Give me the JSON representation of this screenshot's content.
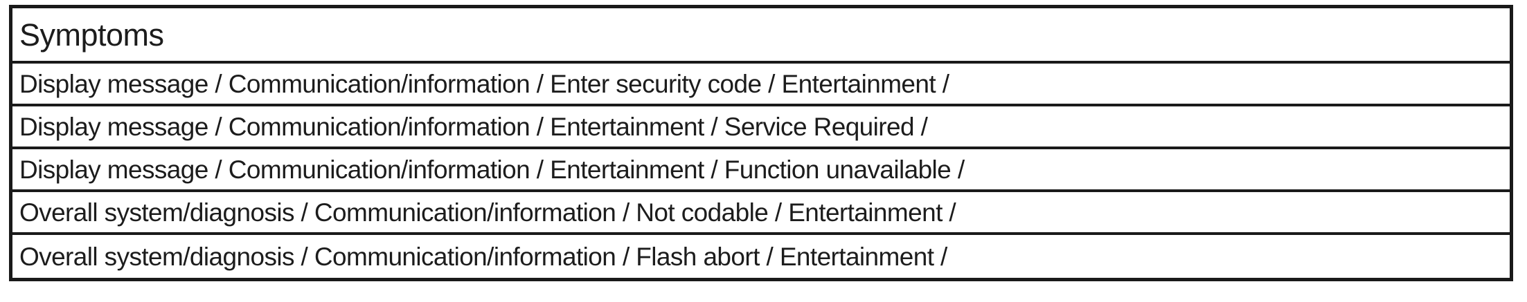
{
  "table": {
    "header": "Symptoms",
    "rows": [
      "Display message / Communication/information / Enter security code / Entertainment /",
      "Display message / Communication/information / Entertainment / Service Required /",
      "Display message / Communication/information / Entertainment / Function unavailable /",
      "Overall system/diagnosis / Communication/information / Not codable / Entertainment /",
      "Overall system/diagnosis / Communication/information / Flash abort / Entertainment /"
    ]
  },
  "colors": {
    "border": "#1a1a1a",
    "text": "#1c1c1c",
    "background": "#ffffff"
  }
}
